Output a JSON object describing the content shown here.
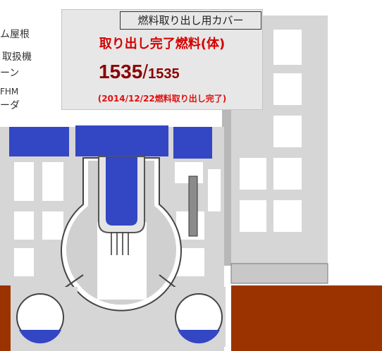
{
  "legend": {
    "items": [
      "ム屋根",
      "取扱機",
      "ーン",
      "FHM",
      "ーダ"
    ]
  },
  "panel": {
    "cover_label": "燃料取り出し用カバー",
    "title": "取り出し完了燃料(体)",
    "count_done": "1535",
    "separator": "/",
    "count_total": "1535",
    "completion_note": "(2014/12/22燃料取り出し完了)"
  },
  "colors": {
    "structure": "#d6d6d6",
    "structure_dark": "#b4b4b4",
    "window": "#ffffff",
    "pool_water": "#3346c4",
    "fuel_rods": "#8b8b8b",
    "ground": "#9a3300",
    "title_red": "#d40000",
    "count_darkred": "#8b0000"
  }
}
